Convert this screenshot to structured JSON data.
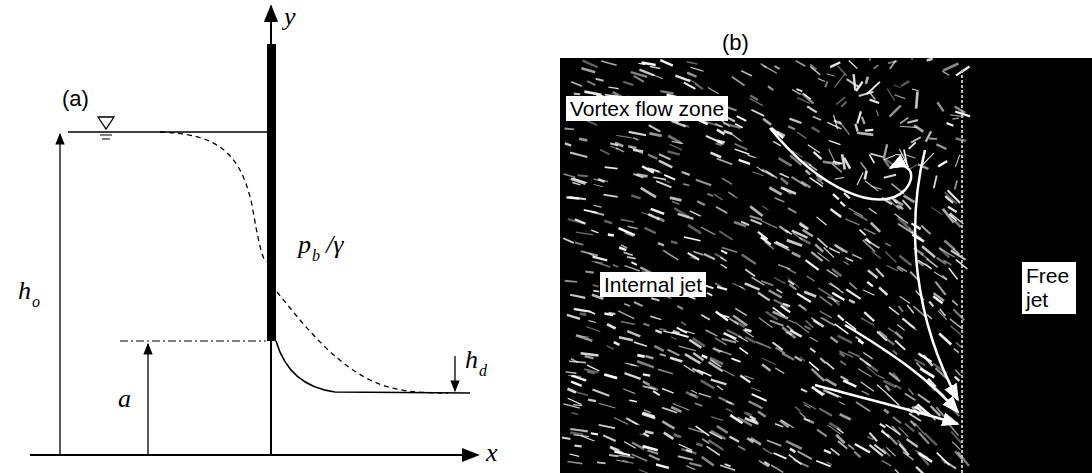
{
  "diagram": {
    "labels": [
      "(a)",
      "y",
      "h",
      "o",
      "p",
      "b",
      "/γ",
      "h",
      "d",
      "a",
      "x",
      "(b)",
      "Vortex flow zone",
      "Internal jet",
      "Free jet"
    ]
  }
}
